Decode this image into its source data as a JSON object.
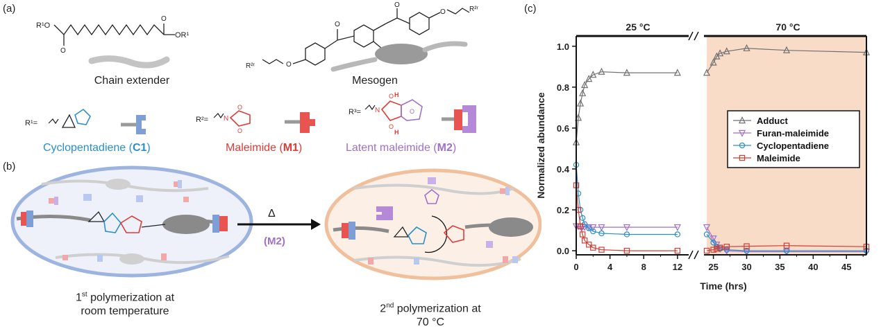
{
  "panels": {
    "a": {
      "label": "(a)",
      "chain_extender": "Chain extender",
      "mesogen": "Mesogen",
      "r1_label": "R¹=",
      "r2_label": "R²=",
      "r3_label": "R³=",
      "r1_group_top": "R¹O",
      "r1_group_end": "OR¹",
      "r23_a": "R²ʳ",
      "r23_b": "R²ʳ",
      "cp_name": "Cyclopentadiene (",
      "cp_code": "C1",
      "mal_name": "Maleimide (",
      "mal_code": "M1",
      "latent_name": "Latent maleimide (",
      "latent_code": "M2",
      "close_paren": ")"
    },
    "b": {
      "label": "(b)",
      "arrow_top": "Δ",
      "arrow_bottom": "(M2)",
      "first_caption_line1": "1st polymerization at",
      "first_caption_sup": "st",
      "first_caption_num": "1",
      "first_caption_rest": " polymerization at",
      "first_caption_line2": "room temperature",
      "second_caption_num": "2",
      "second_caption_sup": "nd",
      "second_caption_rest": " polymerization at",
      "second_caption_line2": "70 °C"
    },
    "c": {
      "label": "(c)",
      "region_left": "25 °C",
      "region_right": "70 °C"
    }
  },
  "chart_data": {
    "type": "line",
    "xlabel": "Time (hrs)",
    "ylabel": "Normalized abundance",
    "xticks": [
      "0",
      "4",
      "8",
      "12",
      "25",
      "30",
      "35",
      "40",
      "45"
    ],
    "yticks": [
      "0.0",
      "0.2",
      "0.4",
      "0.6",
      "0.8",
      "1.0"
    ],
    "ylim": [
      -0.02,
      1.05
    ],
    "broken_x_axis": true,
    "segments": [
      [
        0,
        13
      ],
      [
        24,
        48
      ]
    ],
    "shaded_region": [
      24,
      48
    ],
    "shade_color": "#f8dcc8",
    "legend_position": "center-right",
    "series": [
      {
        "name": "Adduct",
        "color": "#707070",
        "marker": "triangle-up",
        "x": [
          0,
          0.25,
          0.5,
          0.75,
          1,
          1.5,
          2,
          3,
          6,
          12,
          24,
          25,
          25.5,
          26,
          27,
          30,
          36,
          48
        ],
        "y": [
          0.53,
          0.65,
          0.72,
          0.77,
          0.81,
          0.84,
          0.86,
          0.875,
          0.87,
          0.87,
          0.87,
          0.92,
          0.95,
          0.965,
          0.975,
          0.99,
          0.98,
          0.97
        ]
      },
      {
        "name": "Furan-maleimide",
        "color": "#a070c8",
        "marker": "triangle-down",
        "x": [
          0,
          0.25,
          0.5,
          0.75,
          1,
          1.5,
          2,
          3,
          6,
          12,
          24,
          25,
          25.5,
          26,
          27,
          30,
          36,
          48
        ],
        "y": [
          0.12,
          0.12,
          0.118,
          0.117,
          0.116,
          0.115,
          0.115,
          0.115,
          0.115,
          0.115,
          0.115,
          0.06,
          0.03,
          0.01,
          0.0,
          -0.005,
          -0.005,
          -0.005
        ]
      },
      {
        "name": "Cyclopentadiene",
        "color": "#2a8fc9",
        "marker": "circle",
        "x": [
          0,
          0.25,
          0.5,
          0.75,
          1,
          1.5,
          2,
          3,
          6,
          12,
          24,
          25,
          25.5,
          26,
          27,
          30,
          36,
          48
        ],
        "y": [
          0.42,
          0.28,
          0.2,
          0.16,
          0.13,
          0.11,
          0.095,
          0.085,
          0.08,
          0.08,
          0.08,
          0.04,
          0.02,
          0.01,
          0.005,
          0.0,
          0.0,
          0.0
        ]
      },
      {
        "name": "Maleimide",
        "color": "#d23c32",
        "marker": "square",
        "x": [
          0,
          0.25,
          0.5,
          0.75,
          1,
          1.5,
          2,
          3,
          6,
          12,
          24,
          25,
          25.5,
          26,
          27,
          30,
          36,
          48
        ],
        "y": [
          0.32,
          0.2,
          0.12,
          0.08,
          0.05,
          0.03,
          0.015,
          0.005,
          0.0,
          0.0,
          0.0,
          0.005,
          0.01,
          0.015,
          0.02,
          0.022,
          0.025,
          0.02
        ]
      }
    ]
  }
}
